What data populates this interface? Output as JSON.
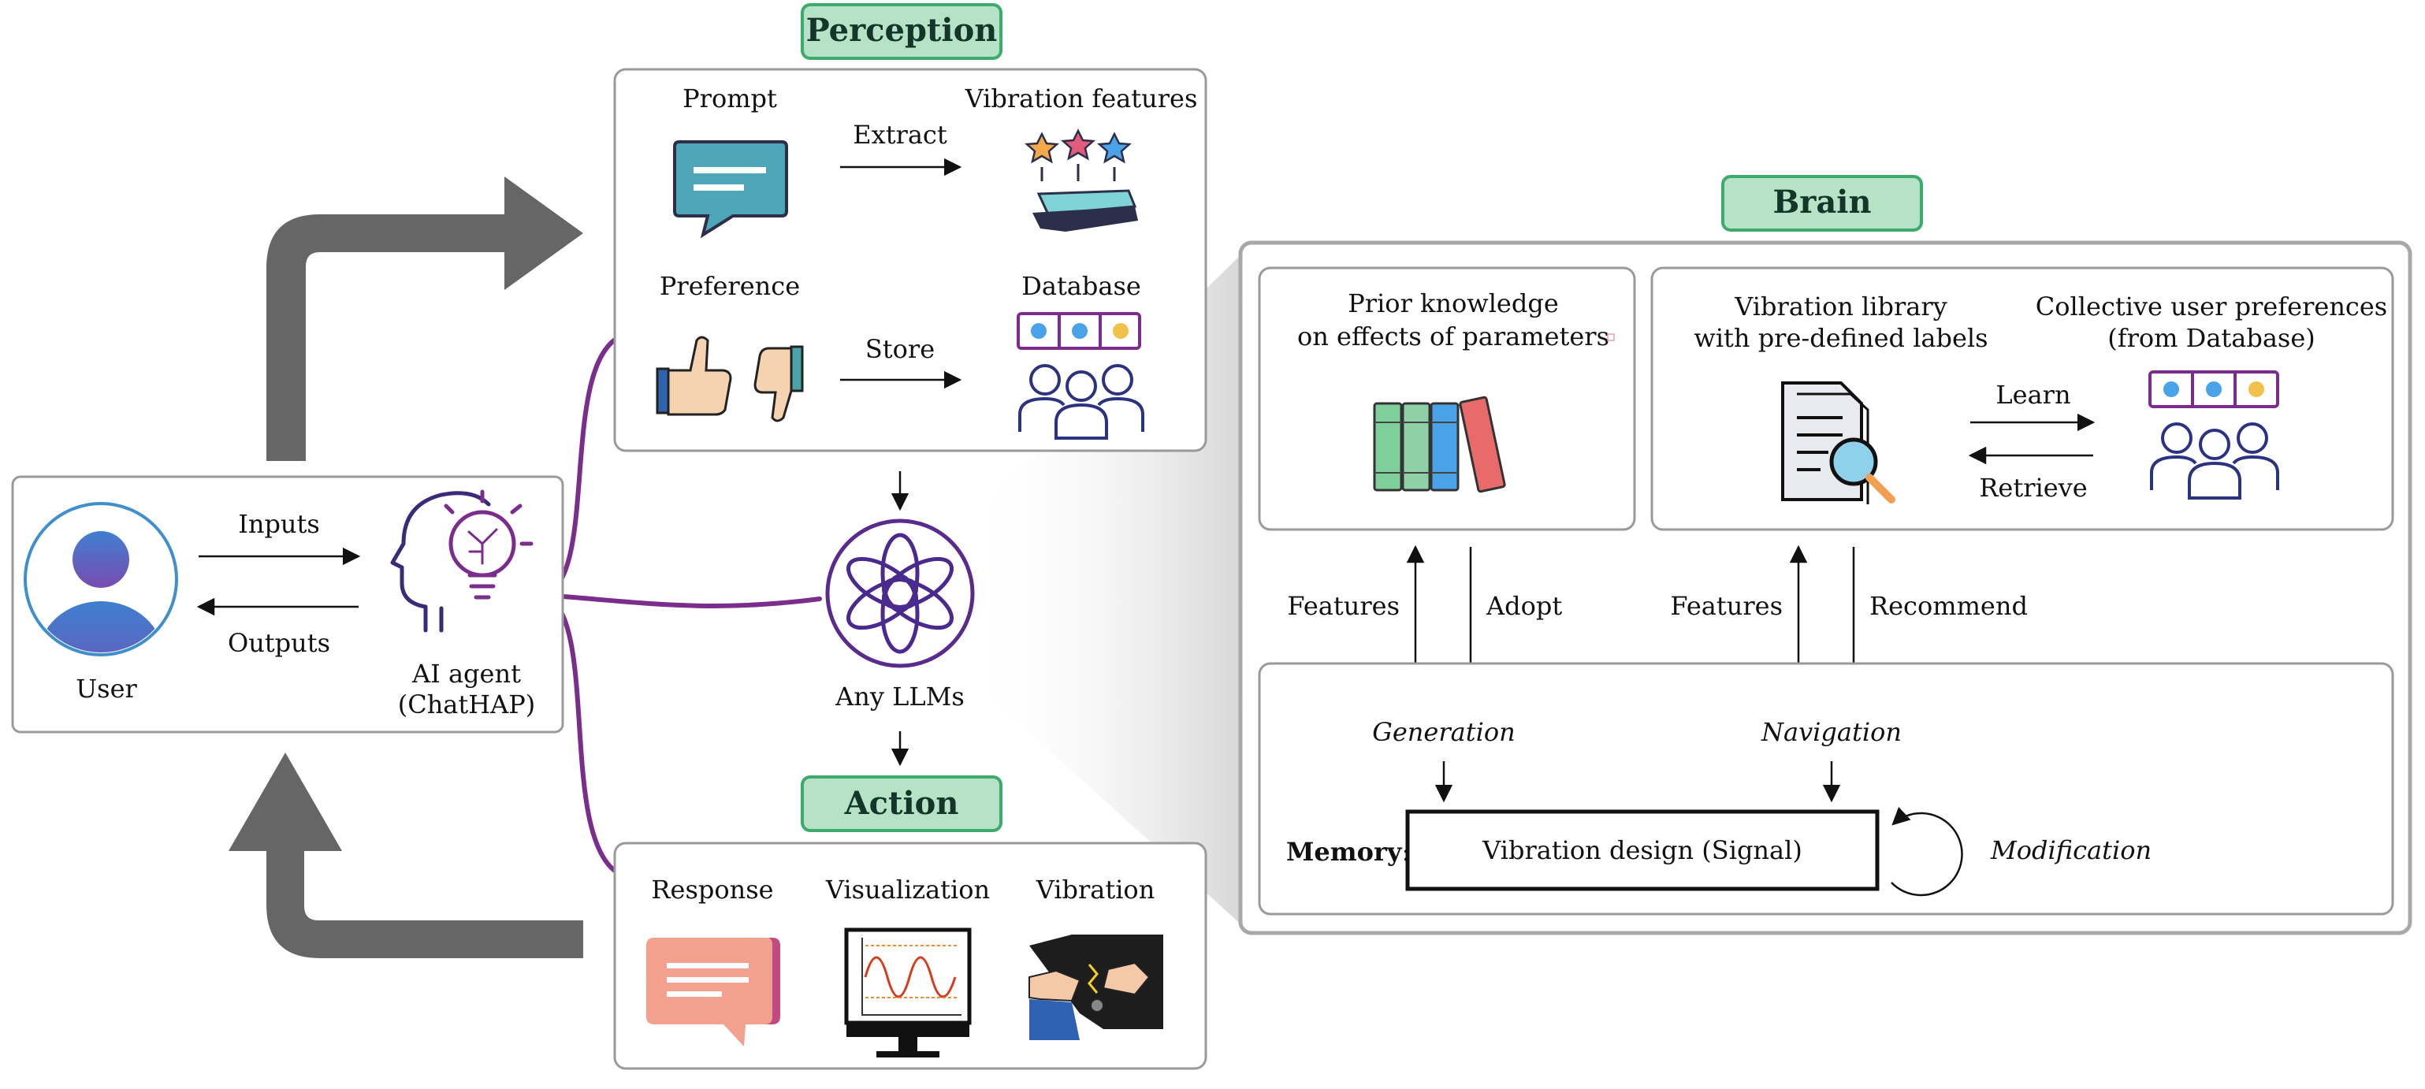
{
  "user": {
    "label": "User"
  },
  "agent": {
    "label_line1": "AI agent",
    "label_line2": "(ChatHAP)"
  },
  "io": {
    "inputs": "Inputs",
    "outputs": "Outputs"
  },
  "perception": {
    "title": "Perception",
    "prompt": "Prompt",
    "extract": "Extract",
    "vibration_features": "Vibration features",
    "preference": "Preference",
    "store": "Store",
    "database": "Database"
  },
  "llm": {
    "label": "Any LLMs"
  },
  "action": {
    "title": "Action",
    "response": "Response",
    "visualization": "Visualization",
    "vibration": "Vibration"
  },
  "brain": {
    "title": "Brain",
    "prior_line1": "Prior knowledge",
    "prior_line2": "on effects of parameters",
    "library_line1": "Vibration library",
    "library_line2": "with pre-defined labels",
    "collective_line1": "Collective user preferences",
    "collective_line2": "(from Database)",
    "learn": "Learn",
    "retrieve": "Retrieve",
    "features_left": "Features",
    "adopt": "Adopt",
    "features_right": "Features",
    "recommend": "Recommend",
    "generation": "Generation",
    "navigation": "Navigation",
    "memory": "Memory",
    "memory_colon": ":",
    "vibration_design": "Vibration design (Signal)",
    "modification": "Modification"
  },
  "colors": {
    "tag_fill": "#b6e3c6",
    "tag_border": "#3daa6e",
    "connector": "#7b2d8e",
    "big_arrow": "#666666"
  }
}
